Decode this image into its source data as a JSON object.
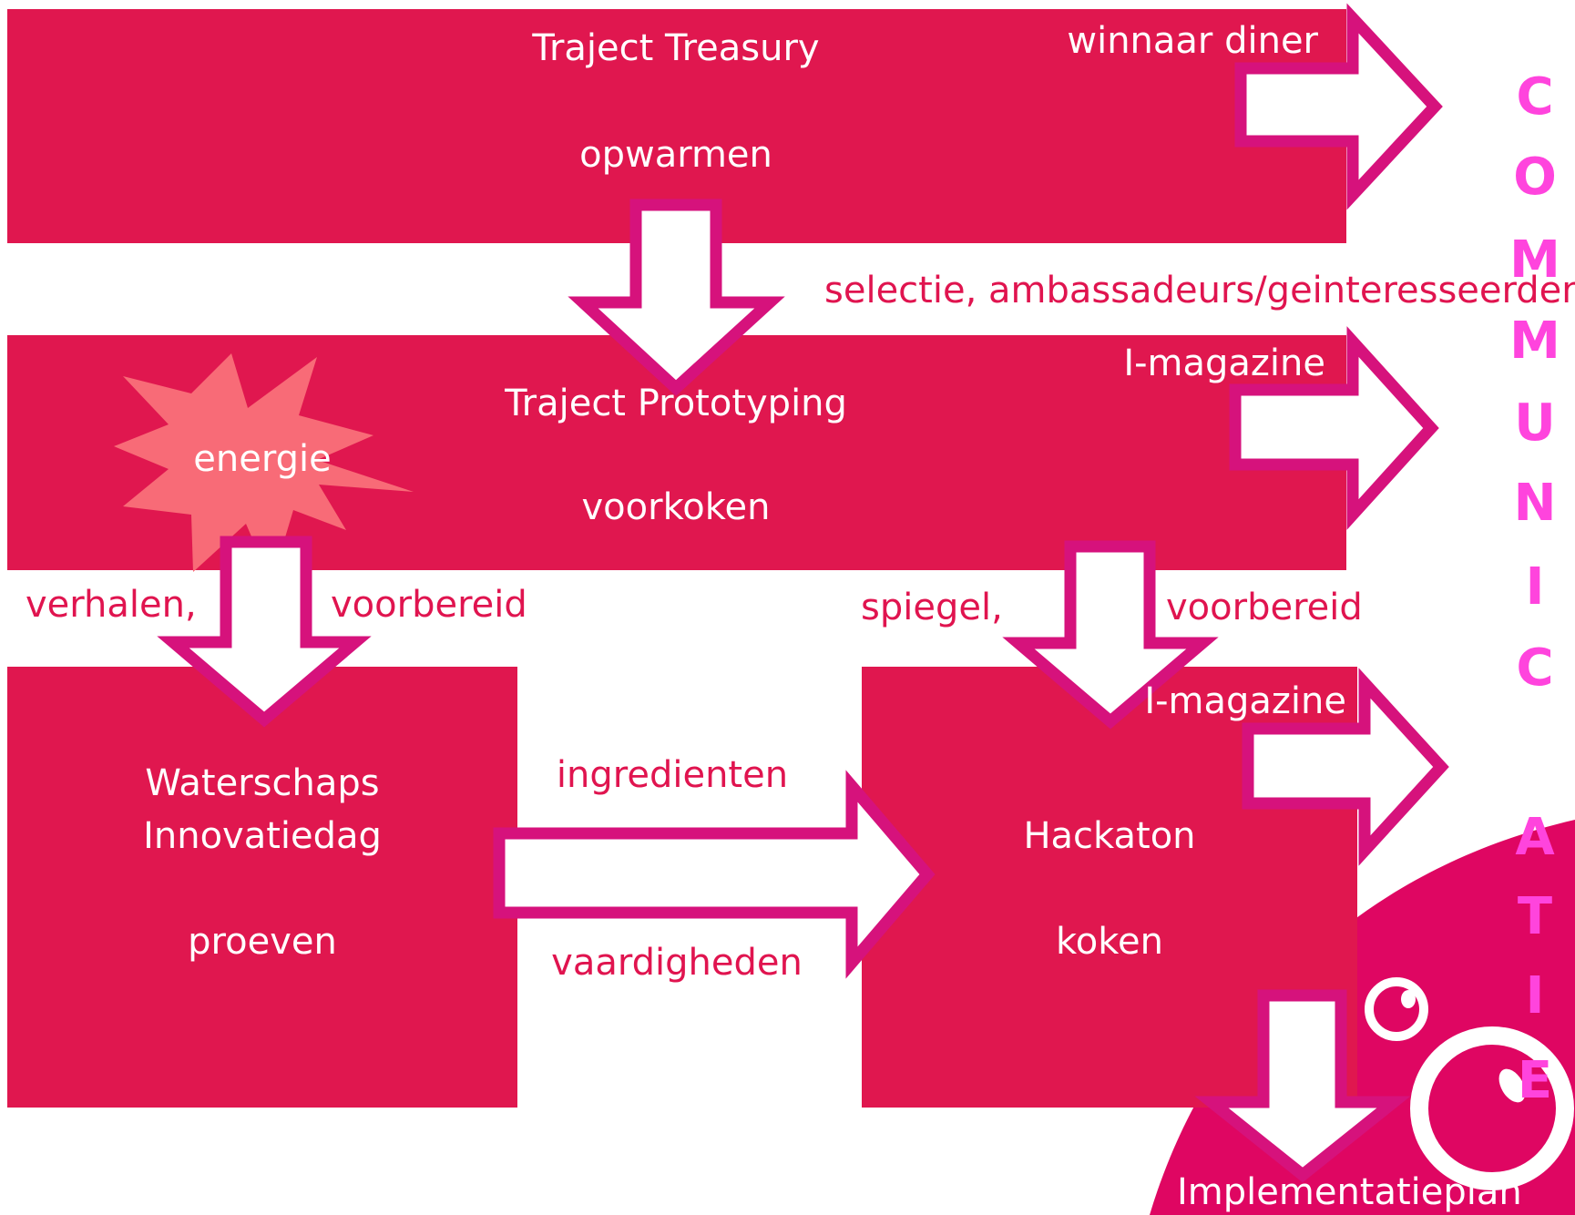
{
  "colors": {
    "box": "#e0174f",
    "arrow_outline": "#d6127c",
    "label_text": "#e0144f",
    "box_text": "#ffffff",
    "burst": "#f86b77",
    "communicatie": "#ff44dd",
    "corner_blob": "#df0662"
  },
  "icons": {
    "down_arrow": "hollow-down-arrow-icon",
    "right_arrow": "hollow-right-arrow-icon",
    "burst": "starburst-shape",
    "circles": "ring-circle-icon"
  },
  "boxes": {
    "treasury": {
      "title": "Traject Treasury",
      "subtitle": "opwarmen"
    },
    "prototyping": {
      "title": "Traject Prototyping",
      "subtitle": "voorkoken"
    },
    "waterschaps": {
      "title_line1": "Waterschaps",
      "title_line2": "Innovatiedag",
      "subtitle": "proeven"
    },
    "hackaton": {
      "title": "Hackaton",
      "subtitle": "koken"
    }
  },
  "labels": {
    "winnaar_diner": "winnaar diner",
    "selectie": "selectie, ambassadeurs/geinteresseerden",
    "i_magazine_top": "I-magazine",
    "i_magazine_bottom": "I-magazine",
    "energie": "energie",
    "verhalen": "verhalen,",
    "voorbereid_left": "voorbereid",
    "spiegel": "spiegel,",
    "voorbereid_right": "voorbereid",
    "ingredienten": "ingredienten",
    "vaardigheden": "vaardigheden",
    "implementatieplan": "Implementatieplan"
  },
  "communicatie": [
    "C",
    "O",
    "M",
    "M",
    "U",
    "N",
    "I",
    "C",
    "A",
    "T",
    "I",
    "E"
  ]
}
